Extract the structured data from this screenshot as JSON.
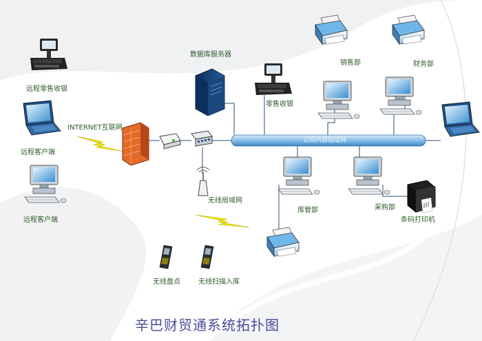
{
  "title": "辛巴财贸通系统拓扑图",
  "labels": {
    "remote_pos": "远程零售收银",
    "remote_client_1": "远程客户端",
    "remote_client_2": "远程客户端",
    "internet": "INTERNET互联网",
    "db_server": "数据库服务器",
    "retail_pos": "零售收银",
    "sales": "销售部",
    "finance": "财务部",
    "lan": "公司内部局域网",
    "wireless_lan": "无线局域网",
    "warehouse": "库管部",
    "purchasing": "采购部",
    "barcode_printer": "条码打印机",
    "wireless_inventory": "无线盘点",
    "wireless_scan_in": "无线扫描入库"
  }
}
